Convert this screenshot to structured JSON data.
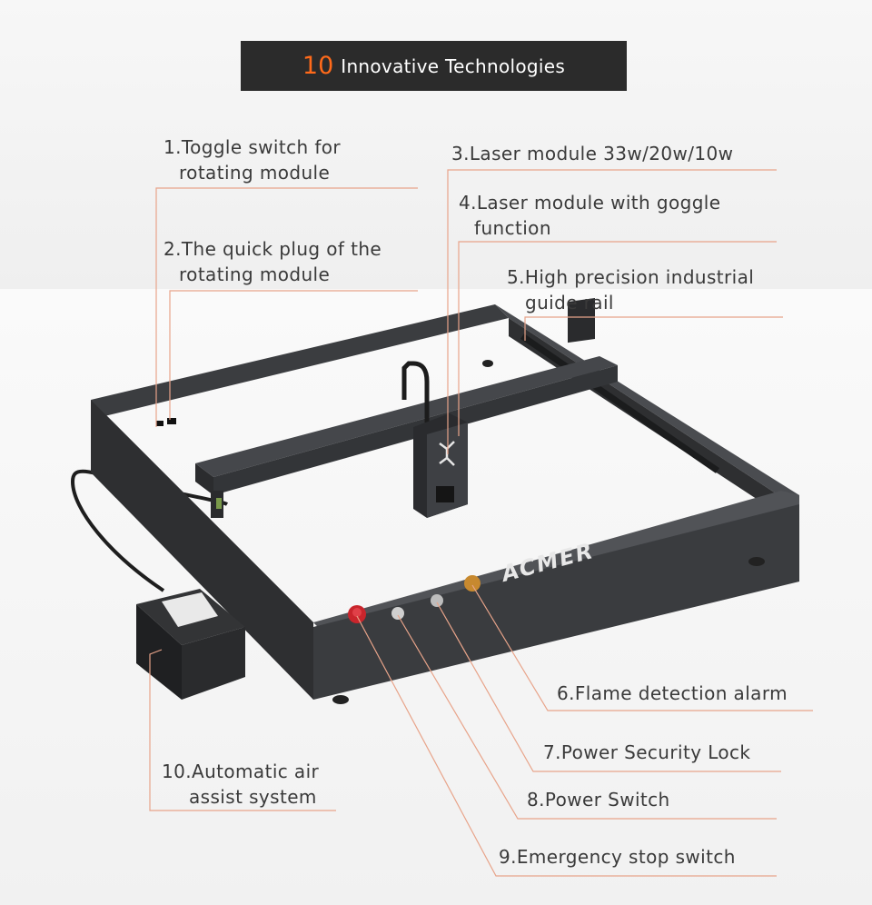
{
  "header": {
    "number": "10",
    "title": "Innovative Technologies"
  },
  "labels": {
    "f1": {
      "line1": "1.Toggle switch for",
      "line2": "rotating module"
    },
    "f2": {
      "line1": "2.The quick plug of the",
      "line2": "rotating module"
    },
    "f3": {
      "line1": "3.Laser module 33w/20w/10w"
    },
    "f4": {
      "line1": "4.Laser module with goggle",
      "line2": "function"
    },
    "f5": {
      "line1": "5.High precision industrial",
      "line2": "guide rail"
    },
    "f6": {
      "line1": "6.Flame detection alarm"
    },
    "f7": {
      "line1": "7.Power Security Lock"
    },
    "f8": {
      "line1": "8.Power Switch"
    },
    "f9": {
      "line1": "9.Emergency stop switch"
    },
    "f10": {
      "line1": "10.Automatic air",
      "line2": "assist system"
    }
  },
  "product": {
    "brand": "ACMER"
  },
  "colors": {
    "accent": "#ff6a1a",
    "leader": "#e8a48a",
    "frame": "#3b3d40",
    "title_bg": "#2b2b2b"
  }
}
